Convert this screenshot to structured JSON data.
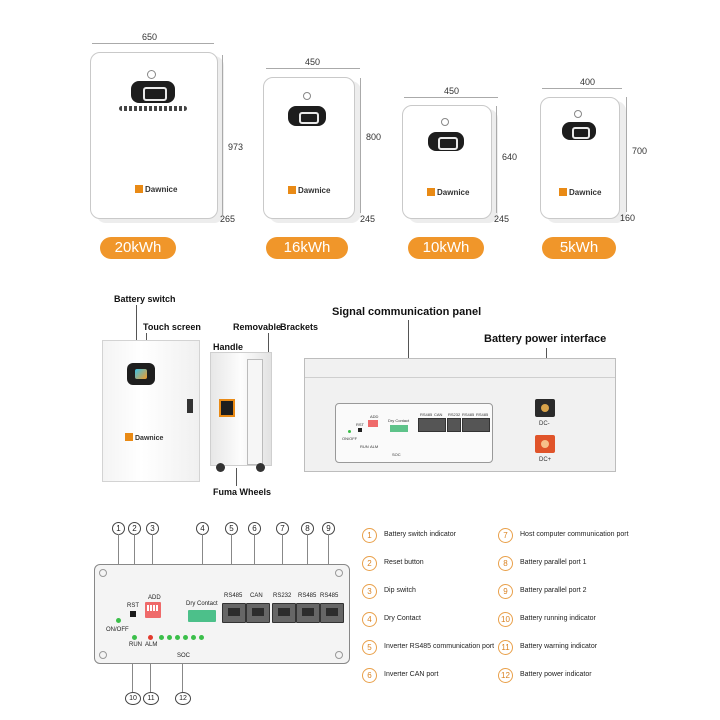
{
  "products": [
    {
      "width": "650",
      "height": "973",
      "depth": "265",
      "capacity": "20kWh",
      "brand": "Dawnice"
    },
    {
      "width": "450",
      "height": "800",
      "depth": "245",
      "capacity": "16kWh",
      "brand": "Dawnice"
    },
    {
      "width": "450",
      "height": "640",
      "depth": "245",
      "capacity": "10kWh",
      "brand": "Dawnice"
    },
    {
      "width": "400",
      "height": "700",
      "depth": "160",
      "capacity": "5kWh",
      "brand": "Dawnice"
    }
  ],
  "front_view": {
    "battery_switch": "Battery switch",
    "touch_screen": "Touch screen",
    "brand": "Dawnice"
  },
  "side_view": {
    "removable": "Removable",
    "brackets": "Brackets",
    "handle": "Handle",
    "wheels": "Fuma Wheels"
  },
  "signal_panel": {
    "title": "Signal communication panel",
    "ports": [
      "RS485",
      "CAN",
      "RS232",
      "RS485",
      "RS485"
    ],
    "dry_contact": "Dry Contact",
    "add": "ADD",
    "rst": "RST",
    "onoff": "ON/OFF",
    "run": "RUN",
    "alm": "ALM",
    "soc": "SOC"
  },
  "power_interface": {
    "title": "Battery power interface",
    "dc_minus": "DC-",
    "dc_plus": "DC+"
  },
  "detail_panel": {
    "callouts": [
      "1",
      "2",
      "3",
      "4",
      "5",
      "6",
      "7",
      "8",
      "9",
      "10",
      "11",
      "12"
    ],
    "rst": "RST",
    "add": "ADD",
    "dry_contact": "Dry Contact",
    "onoff": "ON/OFF",
    "run": "RUN",
    "alm": "ALM",
    "soc": "SOC",
    "ports": [
      "RS485",
      "CAN",
      "RS232",
      "RS485",
      "RS485"
    ]
  },
  "legend": [
    {
      "num": "1",
      "text": "Battery switch indicator"
    },
    {
      "num": "2",
      "text": "Reset button"
    },
    {
      "num": "3",
      "text": "Dip switch"
    },
    {
      "num": "4",
      "text": "Dry Contact"
    },
    {
      "num": "5",
      "text": "Inverter RS485 communication port"
    },
    {
      "num": "6",
      "text": "Inverter CAN port"
    },
    {
      "num": "7",
      "text": "Host computer communication port"
    },
    {
      "num": "8",
      "text": "Battery parallel port 1"
    },
    {
      "num": "9",
      "text": "Battery parallel port 2"
    },
    {
      "num": "10",
      "text": "Battery running indicator"
    },
    {
      "num": "11",
      "text": "Battery warning indicator"
    },
    {
      "num": "12",
      "text": "Battery power indicator"
    }
  ],
  "colors": {
    "accent": "#f0962a",
    "led_green": "#3bbf4a",
    "led_red": "#e23b2e",
    "led_yellow": "#f2c230"
  }
}
